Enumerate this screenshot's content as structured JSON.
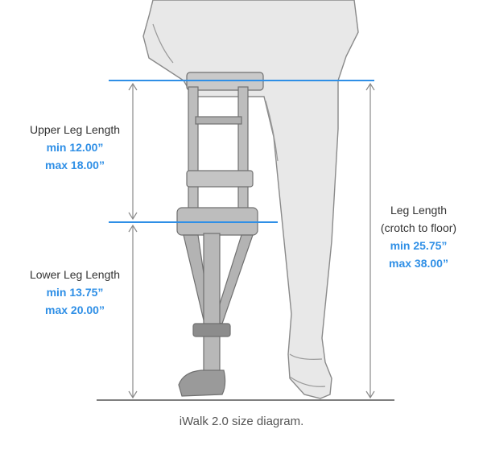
{
  "upper_leg": {
    "title": "Upper Leg Length",
    "min": "min 12.00”",
    "max": "max 18.00”"
  },
  "lower_leg": {
    "title": "Lower Leg Length",
    "min": "min 13.75”",
    "max": "max 20.00”"
  },
  "leg_length": {
    "title": "Leg Length",
    "subtitle": "(crotch to floor)",
    "min": "min 25.75”",
    "max": "max 38.00”"
  },
  "caption": "iWalk 2.0 size diagram.",
  "colors": {
    "accent": "#2f8fe6",
    "body_fill": "#e8e8e8",
    "outline": "#888888",
    "device": "#aaaaaa",
    "text": "#333333"
  }
}
